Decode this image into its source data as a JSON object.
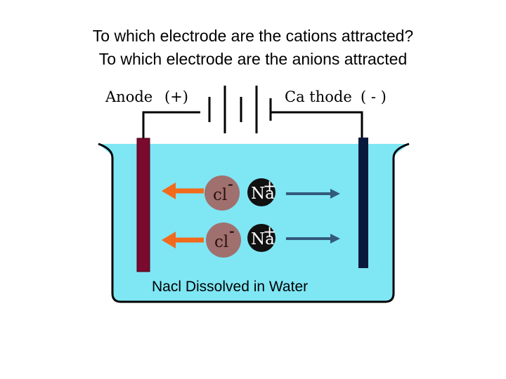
{
  "question": {
    "line1": "To which electrode are the cations attracted?",
    "line2": "To which electrode are the anions attracted"
  },
  "labels": {
    "anode": "Anode",
    "anode_sign": "(+)",
    "cathode": "Ca thode",
    "cathode_sign": "( - )",
    "solution": "Nacl Dissolved in Water"
  },
  "ions": {
    "anion_symbol": "cl",
    "anion_charge": "-",
    "cation_symbol": "Na",
    "cation_charge": "+"
  },
  "colors": {
    "water": "#7fe6f4",
    "anode_rod": "#7a0a2e",
    "cathode_rod": "#0a1a3c",
    "anion": "#a0706e",
    "cation": "#111111",
    "arrow_to_anode": "#f26a1b",
    "arrow_to_cathode": "#335a7a"
  }
}
